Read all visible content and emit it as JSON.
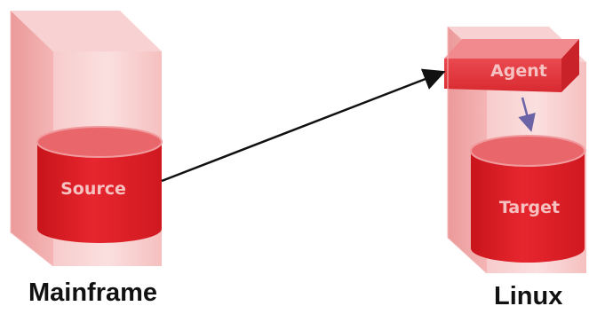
{
  "diagram": {
    "source_server": {
      "caption": "Mainframe",
      "database_label": "Source"
    },
    "target_server": {
      "caption": "Linux",
      "agent_label": "Agent",
      "database_label": "Target"
    },
    "colors": {
      "box_fill": "#f2a6a6",
      "box_face": "#f7c9c9",
      "cylinder_fill": "#e0242c",
      "cylinder_top": "#ea6a6f",
      "agent_fill": "#e23a3f",
      "connector": "#111111",
      "agent_arrow": "#6a64a6",
      "label_text": "#f6c1c1",
      "caption_text": "#111111"
    }
  }
}
